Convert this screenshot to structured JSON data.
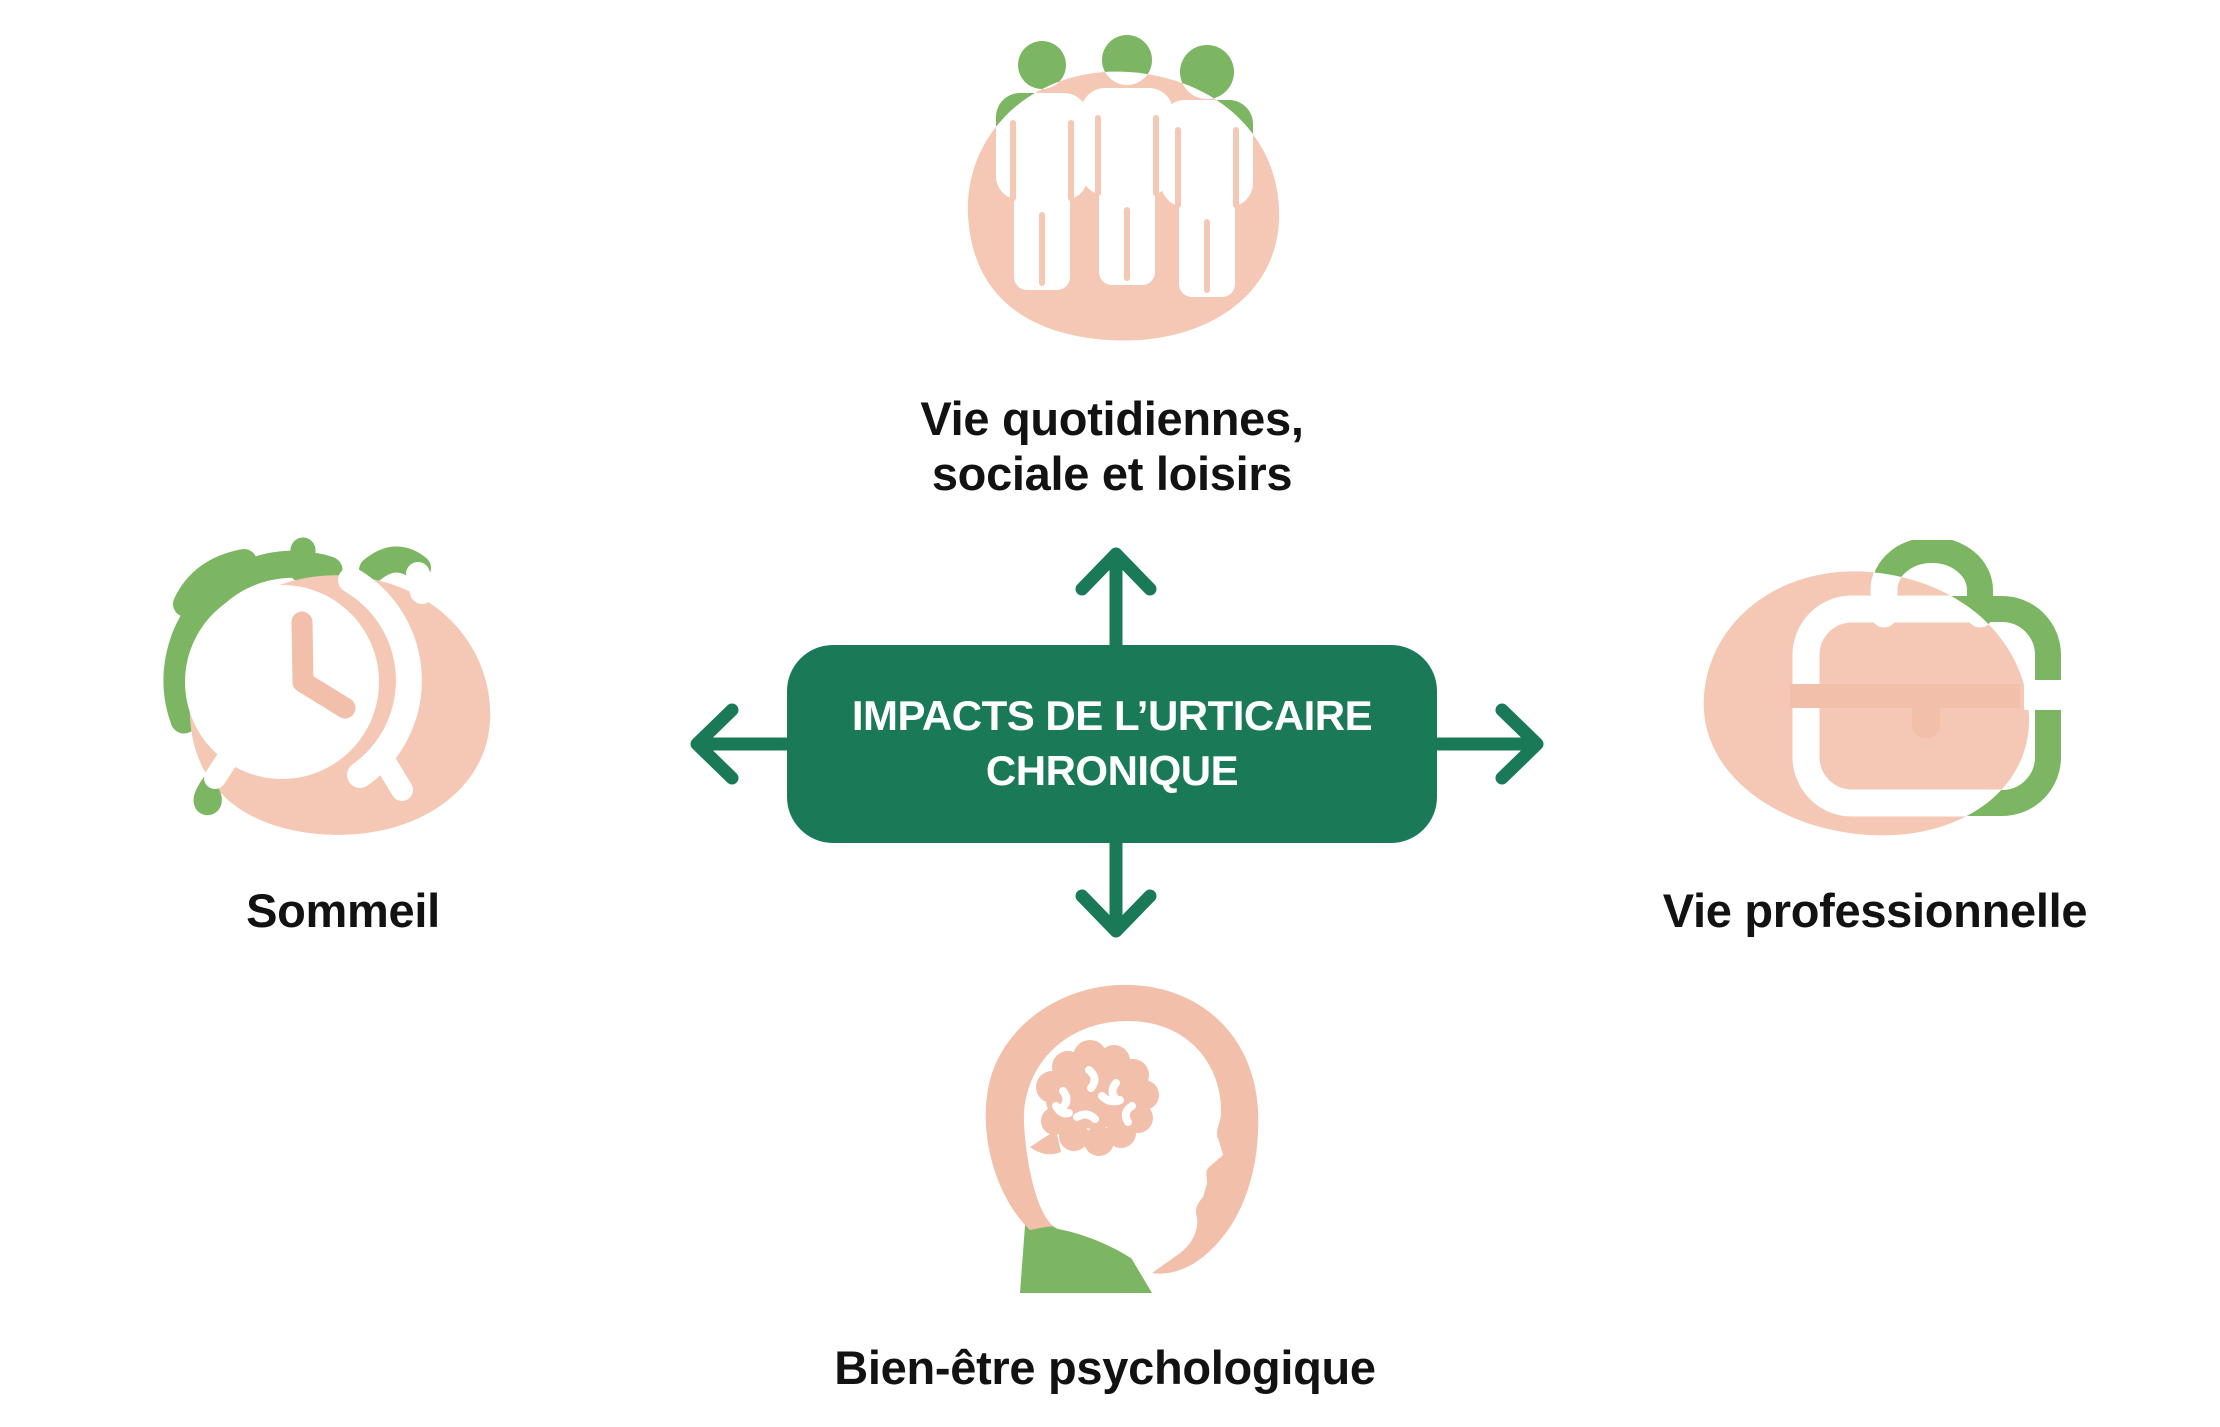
{
  "colors": {
    "dark_green": "#1A7A57",
    "light_green": "#7CB663",
    "salmon": "#F1BFAA",
    "salmon_blob": "#F4C8B4",
    "text": "#121212",
    "background": "#FFFFFF"
  },
  "center": {
    "title_line1": "IMPACTS DE L’URTICAIRE",
    "title_line2": "CHRONIQUE"
  },
  "branches": {
    "top": {
      "line1": "Vie quotidiennes,",
      "line2": "sociale et loisirs",
      "icon": "people-icon"
    },
    "left": {
      "label": "Sommeil",
      "icon": "alarm-clock-icon"
    },
    "right": {
      "label": "Vie professionnelle",
      "icon": "briefcase-icon"
    },
    "bottom": {
      "label": "Bien-être psychologique",
      "icon": "head-brain-icon"
    }
  }
}
